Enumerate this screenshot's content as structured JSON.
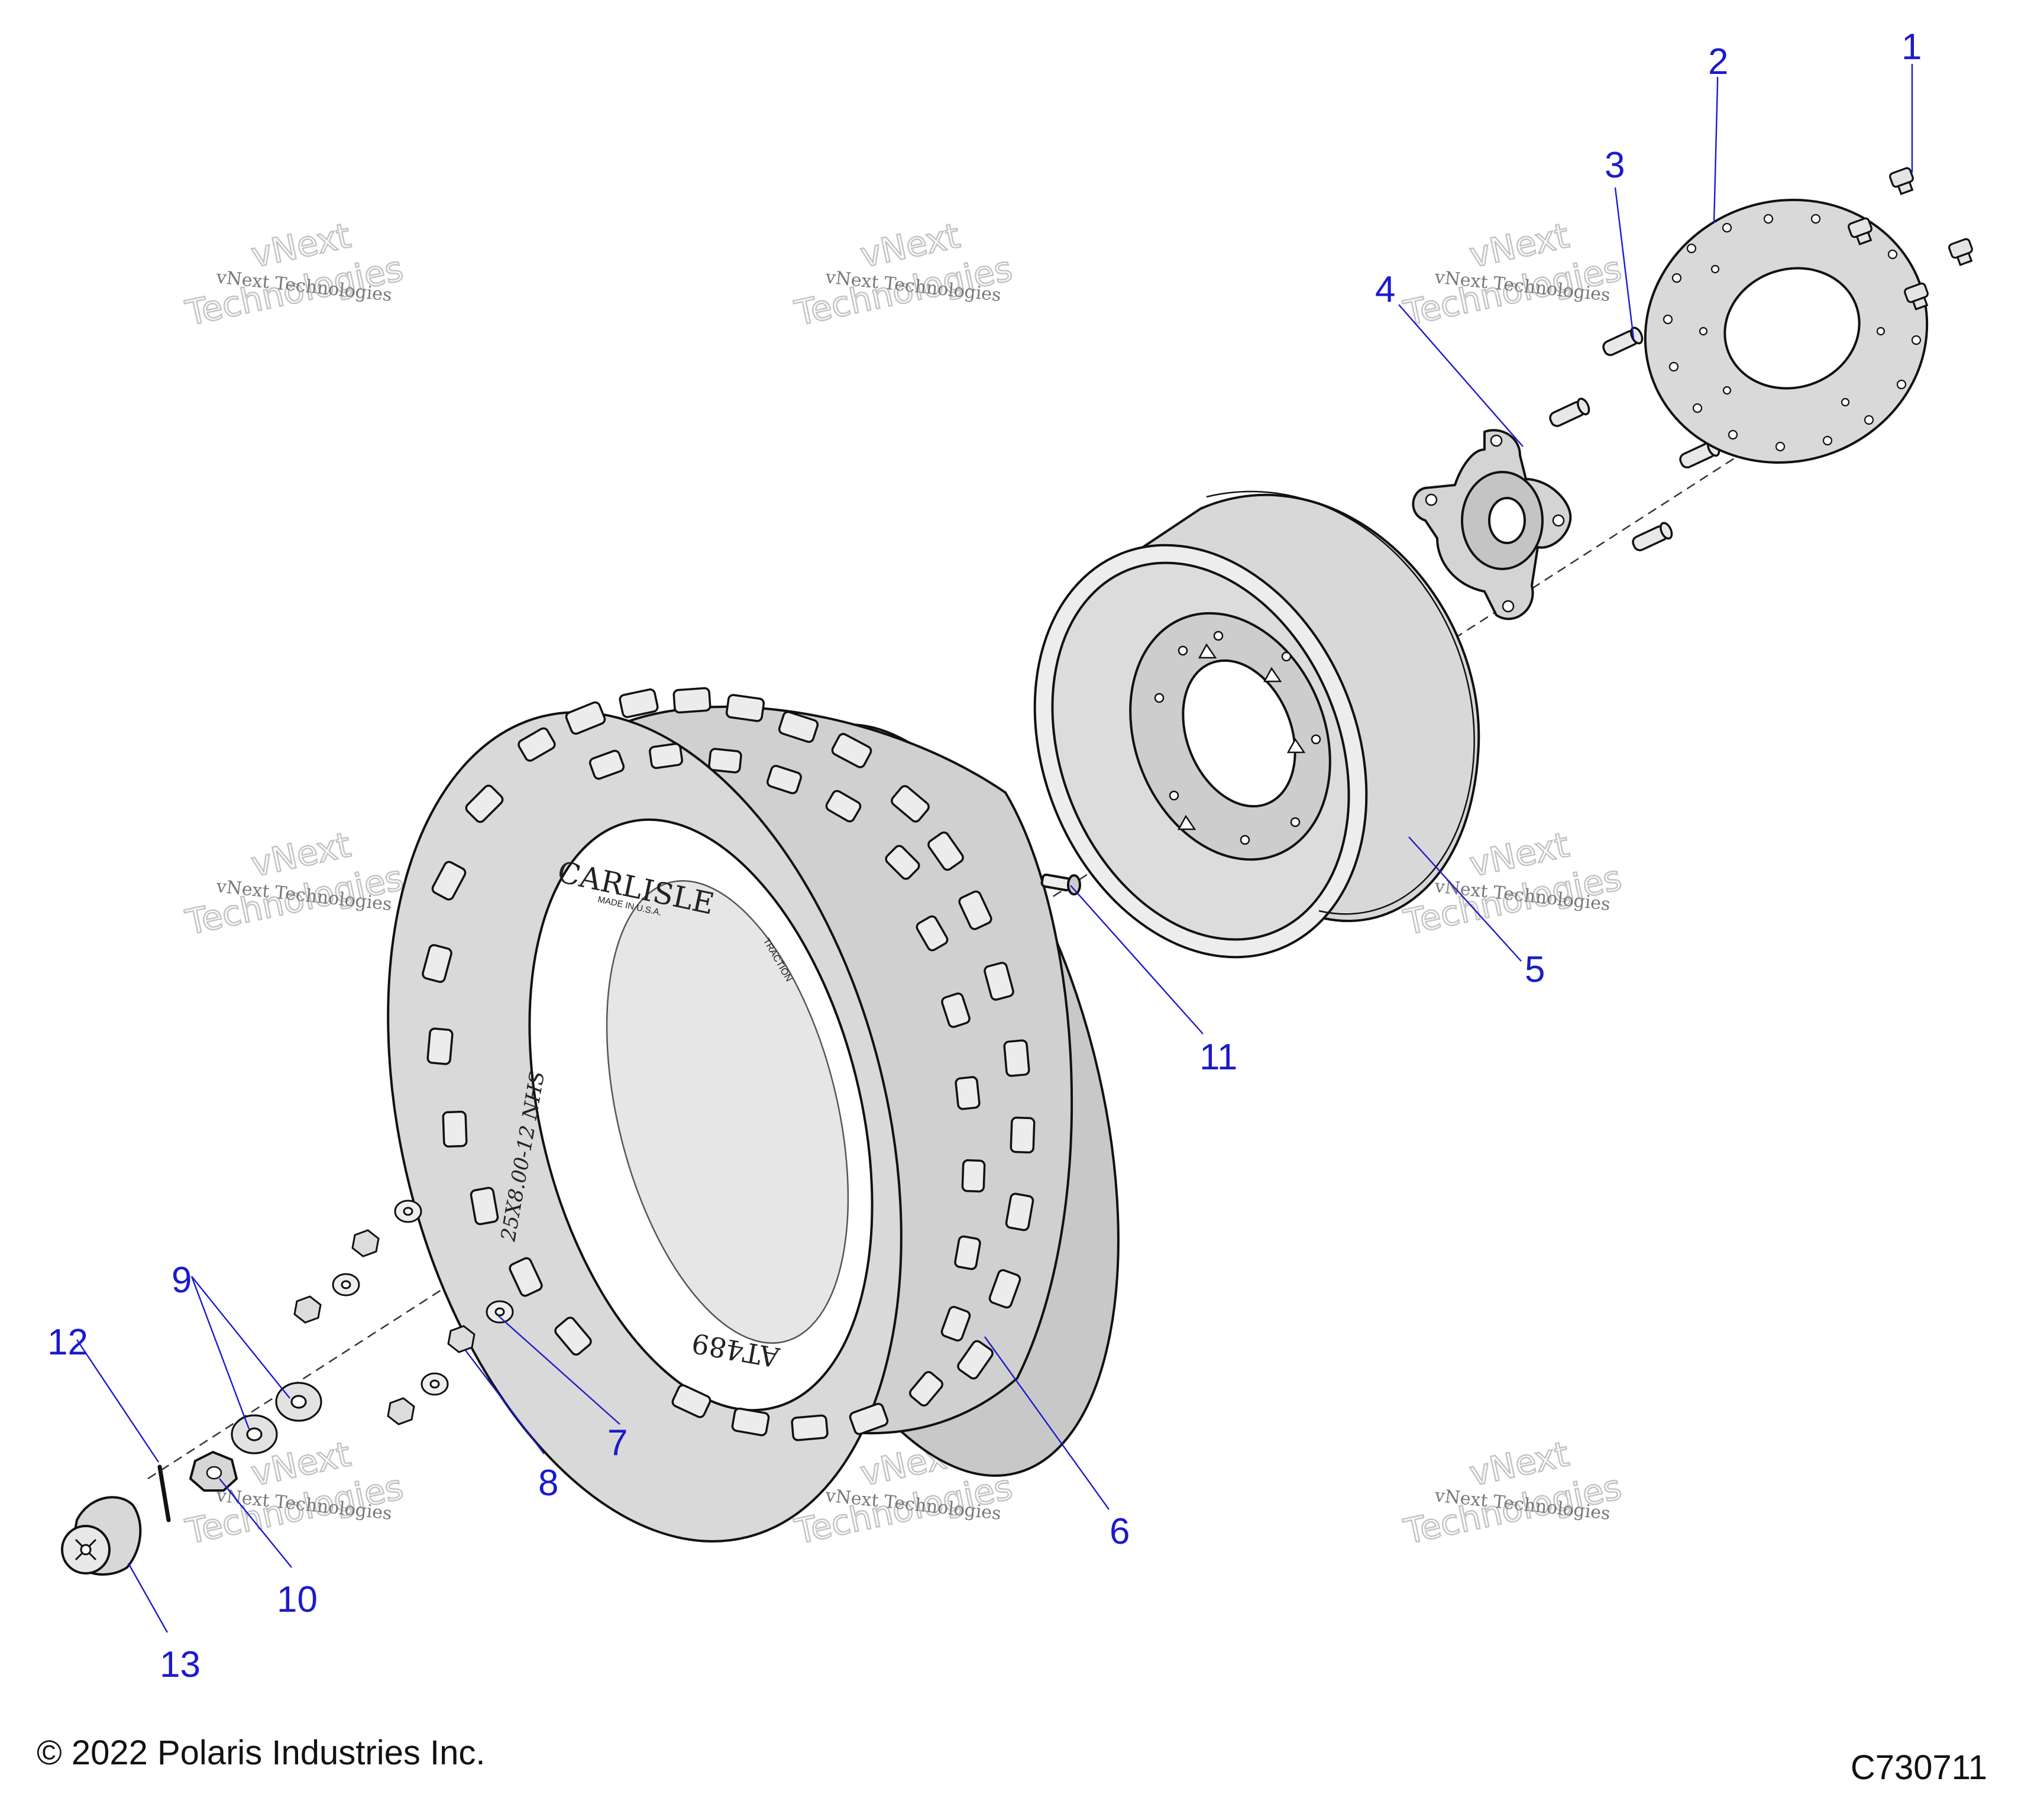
{
  "callouts": [
    "1",
    "2",
    "3",
    "4",
    "5",
    "6",
    "7",
    "8",
    "9",
    "10",
    "11",
    "12",
    "13"
  ],
  "tire_markings": {
    "brand": "CARLISLE",
    "made_in": "MADE IN U.S.A.",
    "size": "25X8.00-12 NHS",
    "model": "AT489",
    "traction": "TRACTION"
  },
  "watermark": {
    "line1": "vNext",
    "line2": "Technologies",
    "line3": "vNext Technologies"
  },
  "footer": {
    "copyright": "© 2022 Polaris Industries Inc.",
    "drawing_number": "C730711"
  },
  "colors": {
    "callout": "#1a1acd",
    "part_fill": "#d4d4d4",
    "outline": "#111111"
  }
}
